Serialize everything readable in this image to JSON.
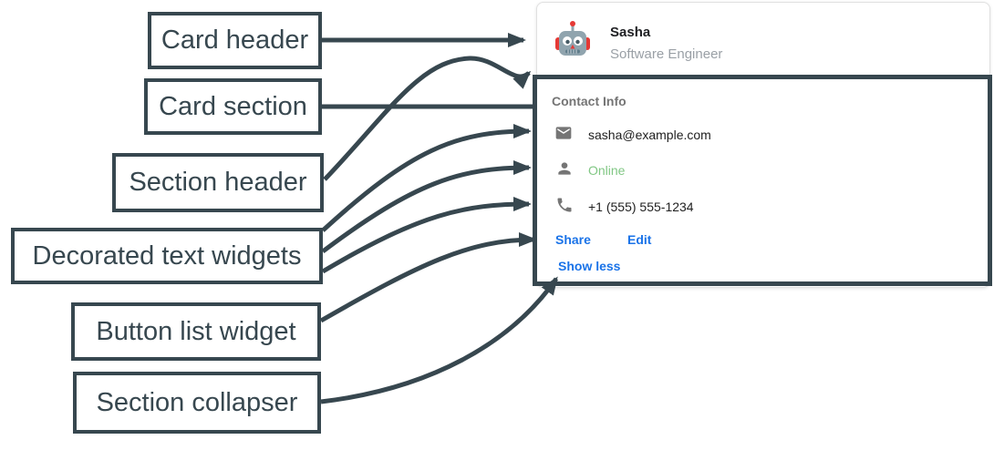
{
  "annotation_color": "#37474F",
  "labels": {
    "card_header": "Card header",
    "card_section": "Card section",
    "section_header": "Section header",
    "decorated_text_widgets": "Decorated text widgets",
    "button_list_widget": "Button list widget",
    "section_collapser": "Section collapser"
  },
  "card": {
    "header": {
      "name": "Sasha",
      "role": "Software Engineer",
      "avatar_icon": "robot-avatar"
    },
    "section": {
      "title": "Contact Info",
      "rows": [
        {
          "icon": "email-icon",
          "text": "sasha@example.com",
          "color": "#212121"
        },
        {
          "icon": "person-icon",
          "text": "Online",
          "color": "#81C784"
        },
        {
          "icon": "phone-icon",
          "text": "+1 (555) 555-1234",
          "color": "#212121"
        }
      ],
      "buttons": [
        {
          "label": "Share"
        },
        {
          "label": "Edit"
        }
      ],
      "collapser_label": "Show less",
      "link_color": "#1A73E8"
    }
  }
}
